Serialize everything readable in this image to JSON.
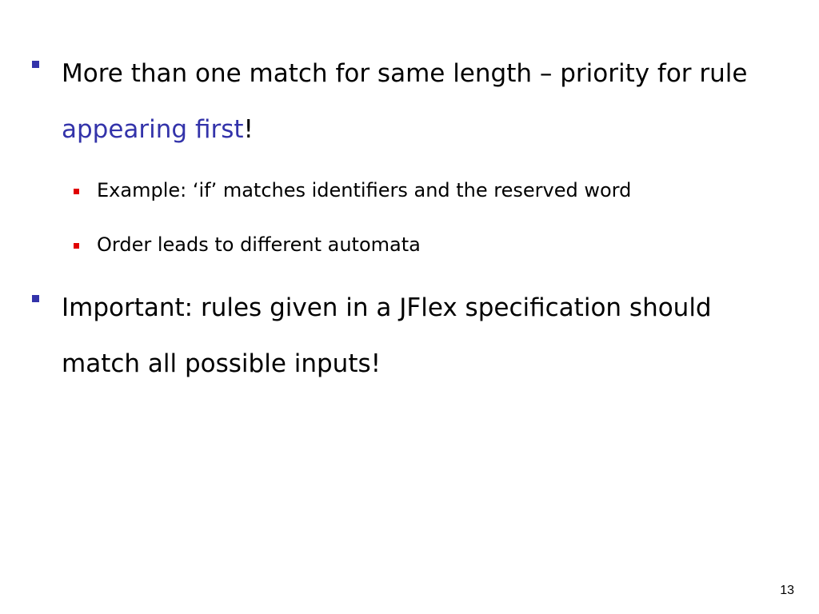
{
  "bullets": [
    {
      "text_before": "More than one match for same length – priority for rule ",
      "highlight": "appearing first",
      "text_after": "!",
      "sub": [
        "Example: ‘if’ matches identifiers and the reserved word",
        "Order leads to different automata"
      ]
    },
    {
      "text": "Important: rules given in a JFlex specification should match all possible inputs!"
    }
  ],
  "page_number": "13",
  "colors": {
    "primary_bullet": "#3333aa",
    "highlight": "#3333aa",
    "secondary_bullet": "#e00000"
  }
}
